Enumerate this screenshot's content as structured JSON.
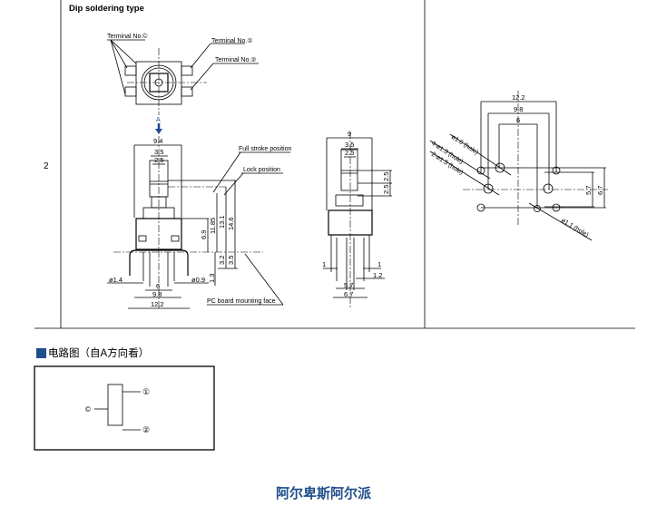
{
  "table": {
    "row_number": "2",
    "section_title": "Dip soldering type"
  },
  "top_view": {
    "terminal_c": "Terminal No.©",
    "terminal_1": "Terminal No.①",
    "terminal_2": "Terminal No.②",
    "view_arrow": "A"
  },
  "front_view": {
    "dims": {
      "w94": "9.4",
      "w35": "3.5",
      "w25": "2.5",
      "h69": "6.9",
      "h1185": "11.85",
      "h131": "13.1",
      "h146": "14.6",
      "h32": "3.2",
      "h35": "3.5",
      "h13": "1.3",
      "d14": "ø1.4",
      "d09": "ø0.9",
      "w6": "6",
      "w98": "9.8",
      "w122": "12.2"
    },
    "full_stroke": "Full stroke position",
    "lock": "Lock position",
    "pc_board": "PC board mounting face"
  },
  "side_view": {
    "dims": {
      "w9": "9",
      "w35": "3.5",
      "w25": "2.5",
      "h25a": "2.5",
      "h25b": "2.5",
      "l1": "1",
      "r1": "1",
      "p12": "1.2",
      "w57": "5.7",
      "w67": "6.7"
    }
  },
  "hole_pattern": {
    "dims": {
      "w122": "12.2",
      "w98": "9.8",
      "w6": "6",
      "h57": "5.7",
      "h67": "6.7"
    },
    "labels": [
      "ø1.6 (hole)",
      "4-ø1.3 (hole)",
      "2-ø1.5 (hole)",
      "ø1.1 (hole)"
    ]
  },
  "circuit": {
    "title": "电路图（自A方向看）",
    "terminal_c": "©",
    "terminal_1": "①",
    "terminal_2": "②"
  },
  "footer": "阿尔卑斯阿尔派",
  "colors": {
    "brand": "#1f4e8c"
  }
}
